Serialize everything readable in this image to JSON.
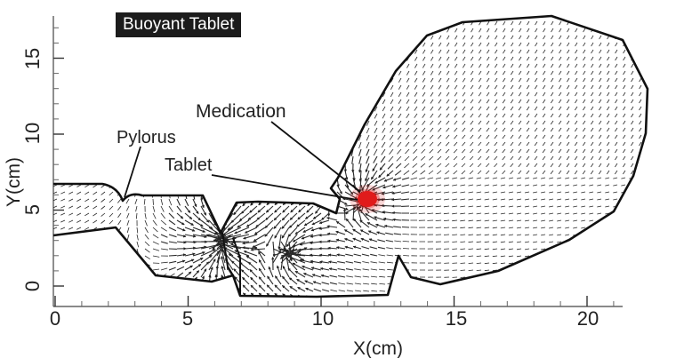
{
  "title": "Buoyant Tablet",
  "x_axis": {
    "label": "X(cm)",
    "ticks": [
      "0",
      "5",
      "10",
      "15",
      "20"
    ]
  },
  "y_axis": {
    "label": "Y(cm)",
    "ticks": [
      "0",
      "5",
      "10",
      "15"
    ]
  },
  "annotations": {
    "medication": "Medication",
    "pylorus": "Pylorus",
    "tablet": "Tablet"
  },
  "colors": {
    "tablet": "#e01b1b",
    "outline": "#111111",
    "vectors": "#2a2a2a"
  }
}
